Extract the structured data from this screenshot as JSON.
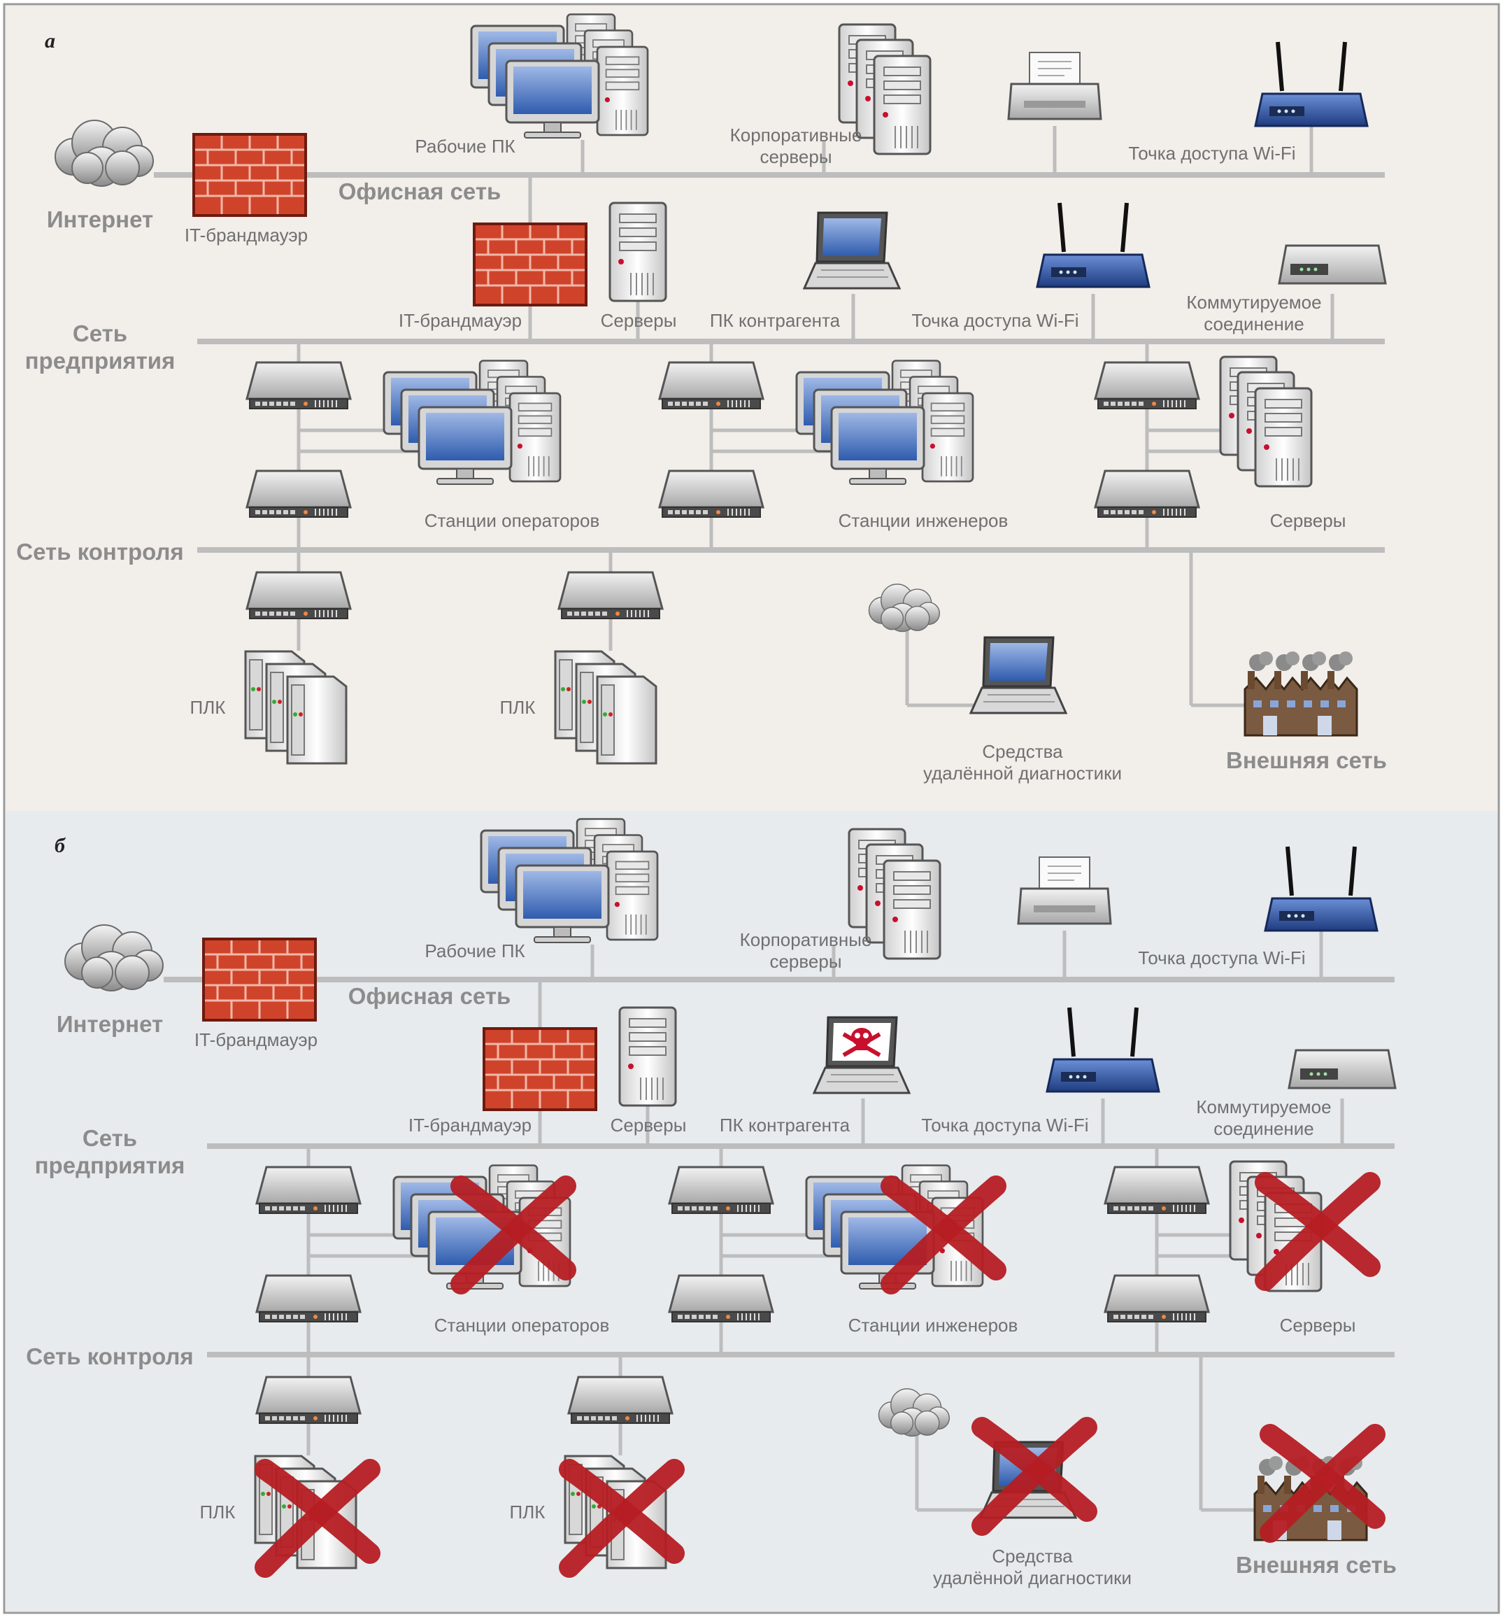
{
  "labels": {
    "internet": "Интернет",
    "office_net": "Офисная сеть",
    "enterprise_net_1": "Сеть",
    "enterprise_net_2": "предприятия",
    "control_net": "Сеть контроля",
    "external_net": "Внешняя сеть",
    "it_firewall": "IT-брандмауэр",
    "work_pcs": "Рабочие ПК",
    "corp_servers_1": "Корпоративные",
    "corp_servers_2": "серверы",
    "wifi_ap": "Точка доступа Wi-Fi",
    "servers": "Серверы",
    "contractor_pc": "ПК контрагента",
    "dialup_1": "Коммутируемое",
    "dialup_2": "соединение",
    "operator_stations": "Станции операторов",
    "engineer_stations": "Станции инженеров",
    "plc": "ПЛК",
    "remote_diag_1": "Средства",
    "remote_diag_2": "удалённой диагностики"
  },
  "panels": [
    {
      "letter": "а",
      "background": "#f2eeea",
      "compromised": false
    },
    {
      "letter": "б",
      "background": "#e7ebee",
      "compromised": true
    }
  ],
  "colors": {
    "bus": "#bdbdbd",
    "firewall_brick": "#d0432b",
    "router_blue": "#2d4f9e",
    "cross_red": "#b51d23",
    "malware_red": "#c8102e"
  },
  "icons": [
    "cloud-icon",
    "firewall-icon",
    "workstation-icon",
    "server-icon",
    "printer-icon",
    "wifi-router-icon",
    "laptop-icon",
    "switch-icon",
    "modem-icon",
    "plc-icon",
    "factory-icon",
    "skull-icon",
    "cross-icon"
  ]
}
